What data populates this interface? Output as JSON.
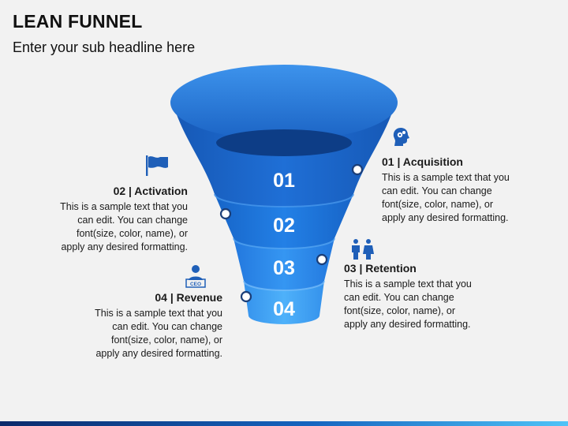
{
  "header": {
    "title": "LEAN FUNNEL",
    "subtitle": "Enter your sub headline here"
  },
  "colors": {
    "stage1": "#1e6bd1",
    "stage2": "#1a78e0",
    "stage3": "#2e8ff0",
    "stage4": "#45a8f7",
    "rim": "#2a7ee0",
    "text": "#1a1a1a"
  },
  "funnel": {
    "stages": [
      {
        "number": "01"
      },
      {
        "number": "02"
      },
      {
        "number": "03"
      },
      {
        "number": "04"
      }
    ]
  },
  "blocks": [
    {
      "heading": "01 | Acquisition",
      "line1": "This is a sample text that you",
      "line2": "can edit. You can change",
      "line3": "font(size, color, name), or",
      "line4": "apply any desired formatting.",
      "icon": "head-gears-icon"
    },
    {
      "heading": "02 | Activation",
      "line1": "This is a sample text that you",
      "line2": "can edit. You can change",
      "line3": "font(size, color, name), or",
      "line4": "apply any desired formatting.",
      "icon": "flag-icon"
    },
    {
      "heading": "03 | Retention",
      "line1": "This is a sample text that you",
      "line2": "can edit. You can change",
      "line3": "font(size, color, name), or",
      "line4": "apply any desired formatting.",
      "icon": "people-icon"
    },
    {
      "heading": "04 | Revenue",
      "line1": "This is a sample text that you",
      "line2": "can edit. You can change",
      "line3": "font(size, color, name), or",
      "line4": "apply any desired formatting.",
      "icon": "ceo-icon"
    }
  ],
  "icon_labels": {
    "ceo": "CEO"
  }
}
